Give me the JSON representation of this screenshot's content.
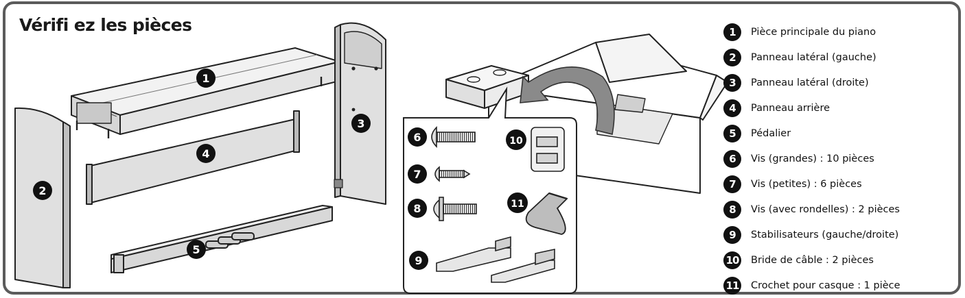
{
  "title": "Vérifi ez les pièces",
  "colors": {
    "frame": "#5b5b5b",
    "badge": "#111111",
    "panel": "#e2e2e2",
    "arrow": "#7f7f7f"
  },
  "legend": [
    {
      "num": "1",
      "label": "Pièce principale du piano"
    },
    {
      "num": "2",
      "label": "Panneau latéral (gauche)"
    },
    {
      "num": "3",
      "label": "Panneau latéral (droite)"
    },
    {
      "num": "4",
      "label": "Panneau arrière"
    },
    {
      "num": "5",
      "label": "Pédalier"
    },
    {
      "num": "6",
      "label": "Vis (grandes) : 10 pièces"
    },
    {
      "num": "7",
      "label": "Vis (petites) : 6 pièces"
    },
    {
      "num": "8",
      "label": "Vis (avec rondelles) : 2 pièces"
    },
    {
      "num": "9",
      "label": "Stabilisateurs (gauche/droite)"
    },
    {
      "num": "10",
      "label": "Bride de câble : 2 pièces"
    },
    {
      "num": "11",
      "label": "Crochet pour casque : 1 pièce"
    }
  ]
}
